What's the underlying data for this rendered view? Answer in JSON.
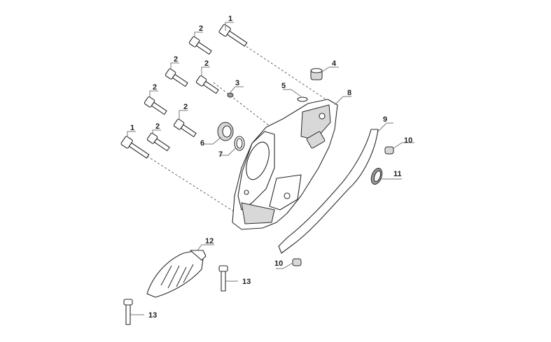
{
  "diagram": {
    "callouts": [
      {
        "id": "c1a",
        "label": "1"
      },
      {
        "id": "c1b",
        "label": "1"
      },
      {
        "id": "c2a",
        "label": "2"
      },
      {
        "id": "c2b",
        "label": "2"
      },
      {
        "id": "c2c",
        "label": "2"
      },
      {
        "id": "c2d",
        "label": "2"
      },
      {
        "id": "c2e",
        "label": "2"
      },
      {
        "id": "c2f",
        "label": "2"
      },
      {
        "id": "c3",
        "label": "3"
      },
      {
        "id": "c4",
        "label": "4"
      },
      {
        "id": "c5",
        "label": "5"
      },
      {
        "id": "c6",
        "label": "6"
      },
      {
        "id": "c7",
        "label": "7"
      },
      {
        "id": "c8",
        "label": "8"
      },
      {
        "id": "c9",
        "label": "9"
      },
      {
        "id": "c10a",
        "label": "10"
      },
      {
        "id": "c10b",
        "label": "10"
      },
      {
        "id": "c11",
        "label": "11"
      },
      {
        "id": "c12",
        "label": "12"
      },
      {
        "id": "c13a",
        "label": "13"
      },
      {
        "id": "c13b",
        "label": "13"
      }
    ]
  }
}
